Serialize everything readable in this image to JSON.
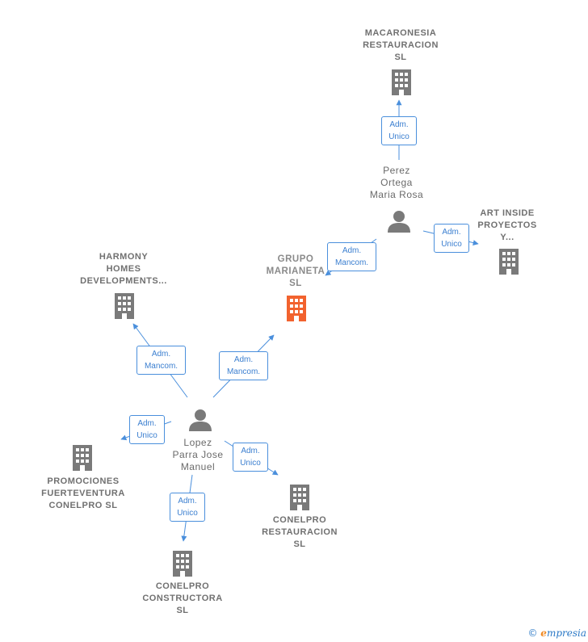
{
  "nodes": {
    "macaronesia": "MACARONESIA\nRESTAURACION\nSL",
    "perez": "Perez\nOrtega\nMaria Rosa",
    "art_inside": "ART INSIDE\nPROYECTOS\nY...",
    "harmony": "HARMONY\nHOMES\nDEVELOPMENTS...",
    "grupo": "GRUPO\nMARIANETA\nSL",
    "lopez": "Lopez\nParra Jose\nManuel",
    "promociones": "PROMOCIONES\nFUERTEVENTURA\nCONELPRO  SL",
    "conelpro_rest": "CONELPRO\nRESTAURACION\nSL",
    "conelpro_const": "CONELPRO\nCONSTRUCTORA\nSL"
  },
  "edges": {
    "perez_macaronesia": "Adm.\nUnico",
    "perez_grupo": "Adm.\nMancom.",
    "perez_art": "Adm.\nUnico",
    "lopez_harmony": "Adm.\nMancom.",
    "lopez_grupo": "Adm.\nMancom.",
    "lopez_promociones": "Adm.\nUnico",
    "lopez_conelpro_rest": "Adm.\nUnico",
    "lopez_conelpro_const": "Adm.\nUnico"
  },
  "colors": {
    "edge": "#4a8fdc",
    "company": "#7a7a7a",
    "main_company": "#f2622e",
    "person": "#7a7a7a"
  },
  "footer": {
    "copyright": "©",
    "brand_initial": "e",
    "brand_rest": "mpresia"
  }
}
